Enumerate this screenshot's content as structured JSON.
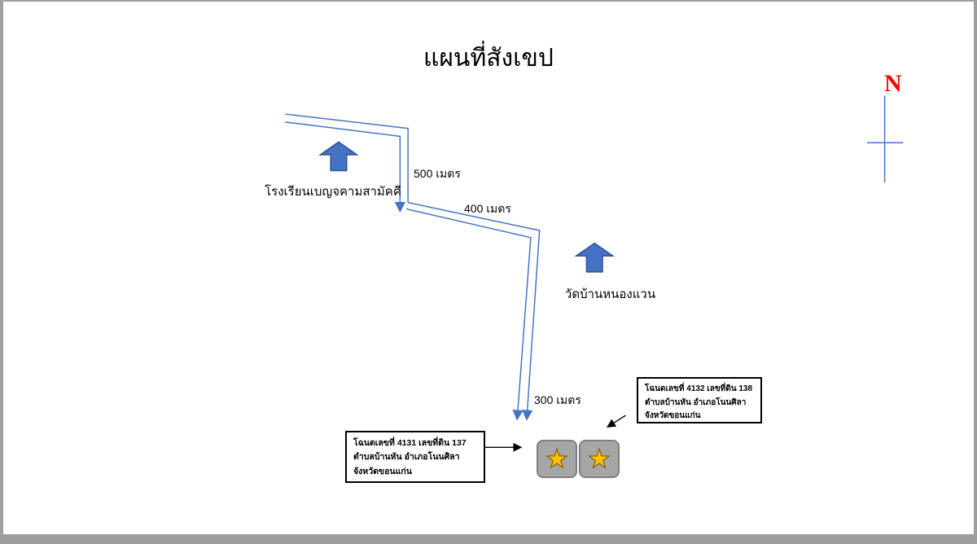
{
  "title": "แผนที่สังเขป",
  "compass": {
    "north_label": "N"
  },
  "distances": [
    {
      "label": "500 เมตร"
    },
    {
      "label": "400 เมตร"
    },
    {
      "label": "300 เมตร"
    }
  ],
  "landmarks": [
    {
      "name": "โรงเรียนเบญจคามสามัคคี"
    },
    {
      "name": "วัดบ้านหนองแวน"
    }
  ],
  "deed_callouts": [
    {
      "line1": "โฉนดเลขที่ 4131 เลขที่ดิน 137",
      "line2": "ตำบลบ้านหัน อำเภอโนนศิลา",
      "line3": "จังหวัดขอนแก่น"
    },
    {
      "line1": "โฉนดเลขที่ 4132 เลขที่ดิน 138",
      "line2": "ตำบลบ้านหัน อำเภอโนนศิลา",
      "line3": "จังหวัดขอนแก่น"
    }
  ],
  "parcels": [
    {
      "icon": "star"
    },
    {
      "icon": "star"
    }
  ],
  "colors": {
    "road": "#4472C4",
    "arrow_fill": "#4472C4",
    "arrow_border": "#2F528F",
    "north": "#FF0000",
    "star": "#FFC000",
    "parcel_fill": "#A6A6A6",
    "parcel_border": "#7F7F7F"
  }
}
